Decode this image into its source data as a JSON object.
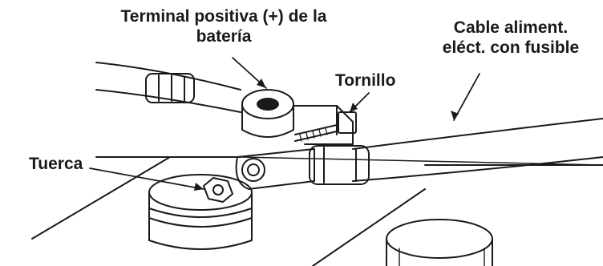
{
  "labels": {
    "terminal": {
      "line1": "Terminal positiva (+) de la",
      "line2": "batería"
    },
    "cable": {
      "line1": "Cable aliment.",
      "line2": "eléct. con fusible"
    },
    "tornillo": "Tornillo",
    "tuerca": "Tuerca"
  },
  "colors": {
    "ink": "#1a1a1a",
    "background": "#ffffff"
  }
}
